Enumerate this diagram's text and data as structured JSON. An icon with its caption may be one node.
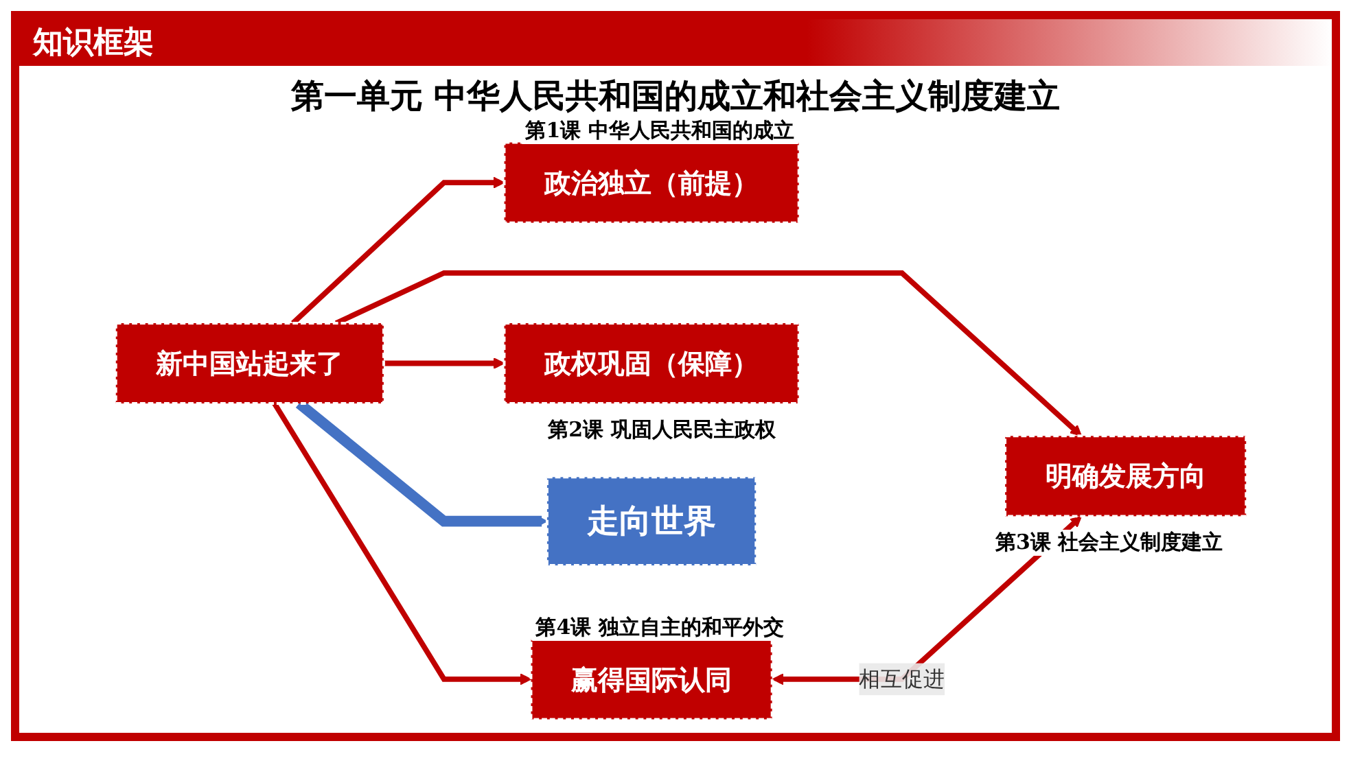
{
  "diagram": {
    "title": "第一单元 中华人民共和国的成立和社会主义制度建立",
    "nodes": [
      {
        "text": [
          "新中国站起来了"
        ]
      },
      {
        "text": [
          "政治独立（前提）"
        ],
        "beside": [
          "第1课 中华人民共和国的成立"
        ]
      },
      {
        "text": [
          "赢得国际认同"
        ],
        "beside": [
          "第4课 独立自主的和平外交"
        ]
      },
      {
        "text": [
          "政权巩固（保障）"
        ],
        "beside": [
          "第2课 巩固人民民主政权"
        ]
      },
      {
        "text": [
          "明确发展方向"
        ],
        "beside": [
          "第3课 社会主义制度建立"
        ]
      },
      {
        "text": [
          "走向世界"
        ]
      }
    ],
    "edges": [
      {
        "from": 0,
        "to": 1,
        "arrow": "to"
      },
      {
        "from": 0,
        "to": 2,
        "arrow": "to"
      },
      {
        "from": 0,
        "to": 3,
        "arrow": "to"
      },
      {
        "from": 0,
        "to": 4,
        "arrow": "to"
      },
      {
        "from": 0,
        "to": 5,
        "arrow": "to",
        "style": "thick",
        "color": "#4472c4"
      },
      {
        "from": 2,
        "to": 4,
        "arrow": "both",
        "label": "相互促进"
      }
    ],
    "labels": [
      "知识框架"
    ]
  }
}
